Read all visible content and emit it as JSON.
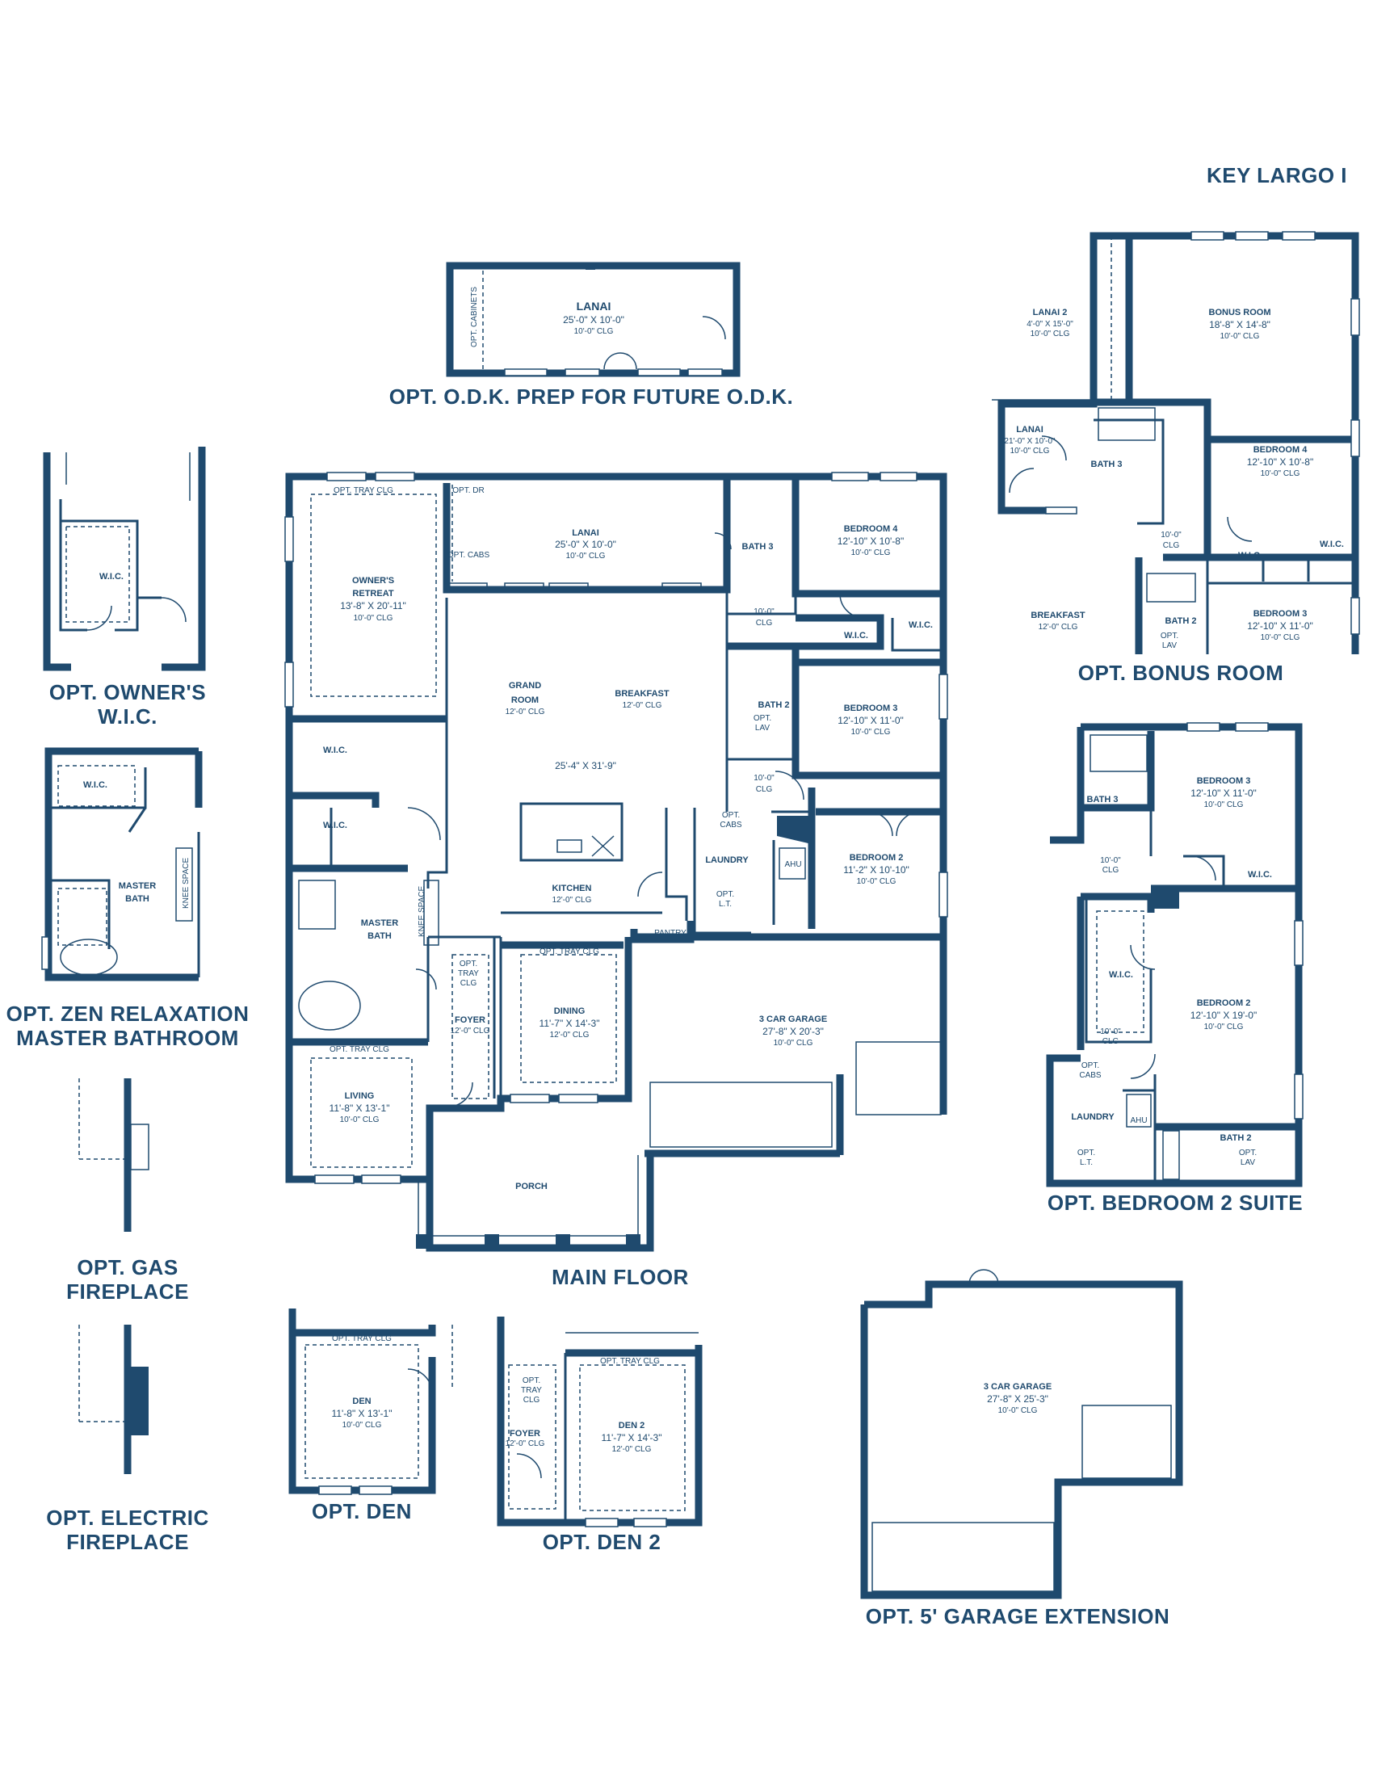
{
  "plan_name": "KEY LARGO I",
  "section_titles": {
    "odk": "OPT. O.D.K. PREP FOR FUTURE O.D.K.",
    "main_floor": "MAIN FLOOR",
    "bonus_room": "OPT. BONUS ROOM",
    "owners_wic_1": "OPT. OWNER'S",
    "owners_wic_2": "W.I.C.",
    "zen_1": "OPT. ZEN RELAXATION",
    "zen_2": "MASTER BATHROOM",
    "gas_1": "OPT. GAS",
    "gas_2": "FIREPLACE",
    "electric_1": "OPT. ELECTRIC",
    "electric_2": "FIREPLACE",
    "den": "OPT. DEN",
    "den2": "OPT. DEN 2",
    "bedroom2_suite": "OPT. BEDROOM 2 SUITE",
    "garage_ext": "OPT. 5' GARAGE EXTENSION"
  },
  "odk": {
    "lanai": {
      "name": "LANAI",
      "dim": "25'-0\" X 10'-0\"",
      "clg": "10'-0\" CLG"
    },
    "cabinets": "OPT. CABINETS"
  },
  "main": {
    "opt_tray_clg_owner": "OPT. TRAY CLG",
    "opt_dr": "OPT. DR",
    "opt_cabs": "OPT. CABS",
    "owners_retreat": {
      "name1": "OWNER'S",
      "name2": "RETREAT",
      "dim": "13'-8\" X 20'-11\"",
      "clg": "10'-0\" CLG"
    },
    "lanai": {
      "name": "LANAI",
      "dim": "25'-0\" X 10'-0\"",
      "clg": "10'-0\" CLG"
    },
    "bath3": "BATH 3",
    "bedroom4": {
      "name": "BEDROOM 4",
      "dim": "12'-10\" X 10'-8\"",
      "clg": "10'-0\" CLG"
    },
    "hall_clg_a": "10'-0\"",
    "hall_clg_b": "CLG",
    "wic_a": "W.I.C.",
    "wic_b": "W.I.C.",
    "grand_room": {
      "name1": "GRAND",
      "name2": "ROOM",
      "clg": "12'-0\" CLG"
    },
    "breakfast": {
      "name": "BREAKFAST",
      "clg": "12'-0\" CLG"
    },
    "great_dim": "25'-4\" X 31'-9\"",
    "bath2": "BATH 2",
    "opt_lav_a": "OPT.",
    "opt_lav_b": "LAV",
    "bedroom3": {
      "name": "BEDROOM 3",
      "dim": "12'-10\" X 11'-0\"",
      "clg": "10'-0\" CLG"
    },
    "wic_c": "W.I.C.",
    "wic_d": "W.I.C.",
    "hall2_clg_a": "10'-0\"",
    "hall2_clg_b": "CLG",
    "opt_cabs2_a": "OPT.",
    "opt_cabs2_b": "CABS",
    "laundry": "LAUNDRY",
    "ahu": "AHU",
    "opt_lt_a": "OPT.",
    "opt_lt_b": "L.T.",
    "bedroom2": {
      "name": "BEDROOM 2",
      "dim": "11'-2\" X 10'-10\"",
      "clg": "10'-0\" CLG"
    },
    "kitchen": {
      "name": "KITCHEN",
      "clg": "12'-0\" CLG"
    },
    "pantry": "PANTRY",
    "master_bath": {
      "name1": "MASTER",
      "name2": "BATH"
    },
    "knee_space": "KNEE SPACE",
    "opt_tray_clg_foyer_a": "OPT.",
    "opt_tray_clg_foyer_b": "TRAY",
    "opt_tray_clg_foyer_c": "CLG",
    "foyer": {
      "name": "FOYER",
      "clg": "12'-0\" CLG"
    },
    "opt_tray_clg_dining": "OPT. TRAY CLG",
    "dining": {
      "name": "DINING",
      "dim": "11'-7\" X 14'-3\"",
      "clg": "12'-0\" CLG"
    },
    "garage": {
      "name": "3 CAR GARAGE",
      "dim": "27'-8\" X 20'-3\"",
      "clg": "10'-0\" CLG"
    },
    "opt_tray_clg_living": "OPT. TRAY CLG",
    "living": {
      "name": "LIVING",
      "dim": "11'-8\" X 13'-1\"",
      "clg": "10'-0\" CLG"
    },
    "porch": "PORCH"
  },
  "bonus": {
    "lanai2": {
      "name": "LANAI 2",
      "dim": "4'-0\" X 15'-0\"",
      "clg": "10'-0\" CLG"
    },
    "bonus_room": {
      "name": "BONUS ROOM",
      "dim": "18'-8\" X 14'-8\"",
      "clg": "10'-0\" CLG"
    },
    "lanai": {
      "name": "LANAI",
      "dim": "21'-0\" X 10'-0\"",
      "clg": "10'-0\" CLG"
    },
    "bath3": "BATH 3",
    "bedroom4": {
      "name": "BEDROOM 4",
      "dim": "12'-10\" X 10'-8\"",
      "clg": "10'-0\" CLG"
    },
    "hall_clg_a": "10'-0\"",
    "hall_clg_b": "CLG",
    "wic_a": "W.I.C.",
    "wic_b": "W.I.C.",
    "breakfast": {
      "name": "BREAKFAST",
      "clg": "12'-0\" CLG"
    },
    "bath2": "BATH 2",
    "opt_lav_a": "OPT.",
    "opt_lav_b": "LAV",
    "bedroom3": {
      "name": "BEDROOM 3",
      "dim": "12'-10\" X 11'-0\"",
      "clg": "10'-0\" CLG"
    }
  },
  "owners_wic": {
    "wic": "W.I.C."
  },
  "zen": {
    "wic": "W.I.C.",
    "master1": "MASTER",
    "master2": "BATH",
    "knee": "KNEE SPACE"
  },
  "den": {
    "tray": "OPT. TRAY CLG",
    "name": "DEN",
    "dim": "11'-8\" X 13'-1\"",
    "clg": "10'-0\" CLG"
  },
  "den2": {
    "tray_a": "OPT.",
    "tray_b": "TRAY",
    "tray_c": "CLG",
    "tray_top": "OPT. TRAY CLG",
    "foyer": "FOYER",
    "foyer_clg": "12'-0\" CLG",
    "name": "DEN 2",
    "dim": "11'-7\" X 14'-3\"",
    "clg": "12'-0\" CLG"
  },
  "suite": {
    "bath3": "BATH 3",
    "bedroom3": {
      "name": "BEDROOM 3",
      "dim": "12'-10\" X 11'-0\"",
      "clg": "10'-0\" CLG"
    },
    "hall_clg_a": "10'-0\"",
    "hall_clg_b": "CLG",
    "wic_a": "W.I.C.",
    "wic_b": "W.I.C.",
    "bedroom2": {
      "name": "BEDROOM 2",
      "dim": "12'-10\" X 19'-0\"",
      "clg": "10'-0\" CLG"
    },
    "hall2_clg_a": "10'-0\"",
    "hall2_clg_b": "CLG",
    "opt_cabs_a": "OPT.",
    "opt_cabs_b": "CABS",
    "laundry": "LAUNDRY",
    "ahu": "AHU",
    "opt_lt_a": "OPT.",
    "opt_lt_b": "L.T.",
    "bath2": "BATH 2",
    "opt_lav_a": "OPT.",
    "opt_lav_b": "LAV"
  },
  "garage_ext": {
    "name": "3 CAR GARAGE",
    "dim": "27'-8\" X 25'-3\"",
    "clg": "10'-0\" CLG"
  }
}
